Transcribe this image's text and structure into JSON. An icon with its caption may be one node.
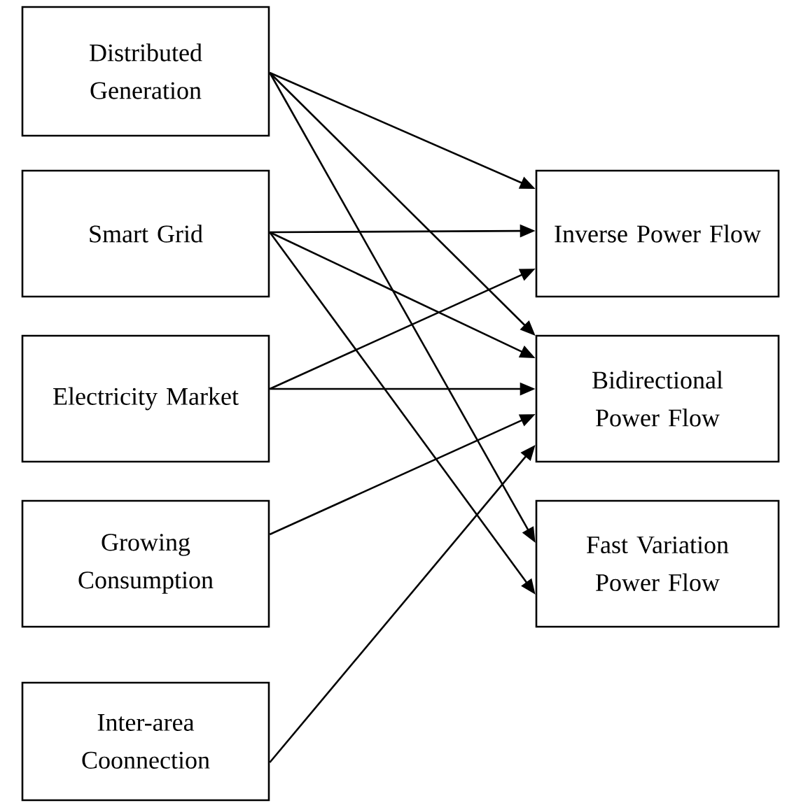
{
  "diagram": {
    "nodes": [
      {
        "text": [
          "Distributed Generation"
        ]
      },
      {
        "text": [
          "Smart Grid"
        ]
      },
      {
        "text": [
          "Electricity Market"
        ]
      },
      {
        "text": [
          "Growing Consumption"
        ]
      },
      {
        "text": [
          "Inter-area Coonnection"
        ]
      },
      {
        "text": [
          "Inverse Power Flow"
        ]
      },
      {
        "text": [
          "Bidirectional Power Flow"
        ]
      },
      {
        "text": [
          "Fast Variation Power Flow"
        ]
      }
    ],
    "edges": [
      {
        "from": 0,
        "to": 5,
        "arrow": "to"
      },
      {
        "from": 0,
        "to": 6,
        "arrow": "to"
      },
      {
        "from": 0,
        "to": 7,
        "arrow": "to"
      },
      {
        "from": 1,
        "to": 5,
        "arrow": "to"
      },
      {
        "from": 1,
        "to": 6,
        "arrow": "to"
      },
      {
        "from": 1,
        "to": 7,
        "arrow": "to"
      },
      {
        "from": 2,
        "to": 5,
        "arrow": "to"
      },
      {
        "from": 2,
        "to": 6,
        "arrow": "to"
      },
      {
        "from": 3,
        "to": 6,
        "arrow": "to"
      },
      {
        "from": 4,
        "to": 6,
        "arrow": "to"
      }
    ]
  }
}
